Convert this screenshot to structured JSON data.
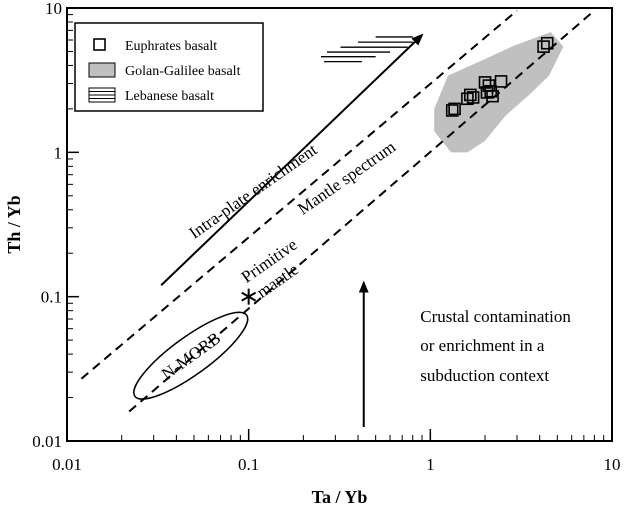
{
  "chart_data": {
    "type": "scatter",
    "xscale": "log",
    "yscale": "log",
    "xlim": [
      0.01,
      10
    ],
    "ylim": [
      0.01,
      10
    ],
    "xlabel": "Ta / Yb",
    "ylabel": "Th / Yb",
    "xticks": [
      "0.01",
      "0.1",
      "1",
      "10"
    ],
    "yticks": [
      "0.01",
      "0.1",
      "1",
      "10"
    ],
    "grid": false,
    "legend": {
      "position": "top-left",
      "entries": [
        {
          "key": "euphrates",
          "label": "Euphrates basalt",
          "marker": "open-square"
        },
        {
          "key": "golan",
          "label": "Golan-Galilee basalt",
          "marker": "gray-field"
        },
        {
          "key": "lebanese",
          "label": "Lebanese basalt",
          "marker": "horizontal-hatch"
        }
      ]
    },
    "series": [
      {
        "key": "euphrates",
        "marker": "open-square",
        "points": [
          {
            "x": 1.32,
            "y": 1.95
          },
          {
            "x": 1.36,
            "y": 2.0
          },
          {
            "x": 1.6,
            "y": 2.35
          },
          {
            "x": 1.66,
            "y": 2.5
          },
          {
            "x": 1.72,
            "y": 2.4
          },
          {
            "x": 2.0,
            "y": 3.05
          },
          {
            "x": 2.05,
            "y": 2.6
          },
          {
            "x": 2.1,
            "y": 2.9
          },
          {
            "x": 2.15,
            "y": 2.65
          },
          {
            "x": 2.2,
            "y": 2.45
          },
          {
            "x": 2.45,
            "y": 3.1
          },
          {
            "x": 4.2,
            "y": 5.4
          },
          {
            "x": 4.4,
            "y": 5.7
          }
        ]
      }
    ],
    "fields": [
      {
        "key": "golan",
        "color": "#c0c0c0",
        "outline": [
          {
            "x": 1.05,
            "y": 2.0
          },
          {
            "x": 1.25,
            "y": 3.4
          },
          {
            "x": 1.9,
            "y": 4.3
          },
          {
            "x": 2.9,
            "y": 5.5
          },
          {
            "x": 4.6,
            "y": 6.8
          },
          {
            "x": 5.4,
            "y": 5.4
          },
          {
            "x": 4.5,
            "y": 3.4
          },
          {
            "x": 3.5,
            "y": 2.5
          },
          {
            "x": 2.6,
            "y": 1.8
          },
          {
            "x": 2.0,
            "y": 1.2
          },
          {
            "x": 1.6,
            "y": 1.0
          },
          {
            "x": 1.3,
            "y": 1.0
          },
          {
            "x": 1.05,
            "y": 1.4
          }
        ]
      },
      {
        "key": "n-morb",
        "label": "N-MORB",
        "center": {
          "x": 0.048,
          "y": 0.039
        },
        "rx_decades": 0.38,
        "ry_decades": 0.13,
        "angle_deg": -36
      }
    ],
    "hatch_field": {
      "key": "lebanese",
      "lines": [
        {
          "x1": 0.5,
          "x2": 0.8,
          "y": 6.3
        },
        {
          "x1": 0.4,
          "x2": 0.8,
          "y": 5.8
        },
        {
          "x1": 0.32,
          "x2": 0.75,
          "y": 5.35
        },
        {
          "x1": 0.27,
          "x2": 0.6,
          "y": 4.95
        },
        {
          "x1": 0.25,
          "x2": 0.5,
          "y": 4.6
        },
        {
          "x1": 0.26,
          "x2": 0.42,
          "y": 4.25
        }
      ]
    },
    "reference_lines": [
      {
        "name": "mantle-array-upper",
        "style": "dashed",
        "x1": 0.012,
        "y1": 0.027,
        "x2": 3.0,
        "y2": 9.6
      },
      {
        "name": "mantle-array-lower",
        "style": "dashed",
        "x1": 0.022,
        "y1": 0.016,
        "x2": 8.0,
        "y2": 9.6
      }
    ],
    "arrows": [
      {
        "name": "intra-plate-enrichment-arrow",
        "x1": 0.033,
        "y1": 0.12,
        "x2": 0.9,
        "y2": 6.5
      },
      {
        "name": "crustal-contamination-arrow",
        "x1": 0.43,
        "y1": 0.0125,
        "x2": 0.43,
        "y2": 0.125
      }
    ],
    "primitive_mantle": {
      "x": 0.1,
      "y": 0.1,
      "marker": "star"
    },
    "annotations": [
      {
        "key": "intra_plate",
        "text": "Intra-plate enrichment",
        "x": 0.11,
        "y": 0.5,
        "rotate": -35
      },
      {
        "key": "primitive",
        "text": "Primitive",
        "x": 0.135,
        "y": 0.165,
        "rotate": -35
      },
      {
        "key": "mantle",
        "text": "mantle",
        "x": 0.15,
        "y": 0.12,
        "rotate": -35
      },
      {
        "key": "mantle_spectrum",
        "text": "Mantle spectrum",
        "x": 0.36,
        "y": 0.62,
        "rotate": -35
      },
      {
        "key": "crustal1",
        "text": "Crustal contamination",
        "x": 0.88,
        "y": 0.067,
        "rotate": 0
      },
      {
        "key": "crustal2",
        "text": "or enrichment in a",
        "x": 0.88,
        "y": 0.042,
        "rotate": 0
      },
      {
        "key": "crustal3",
        "text": "subduction context",
        "x": 0.88,
        "y": 0.026,
        "rotate": 0
      }
    ]
  }
}
